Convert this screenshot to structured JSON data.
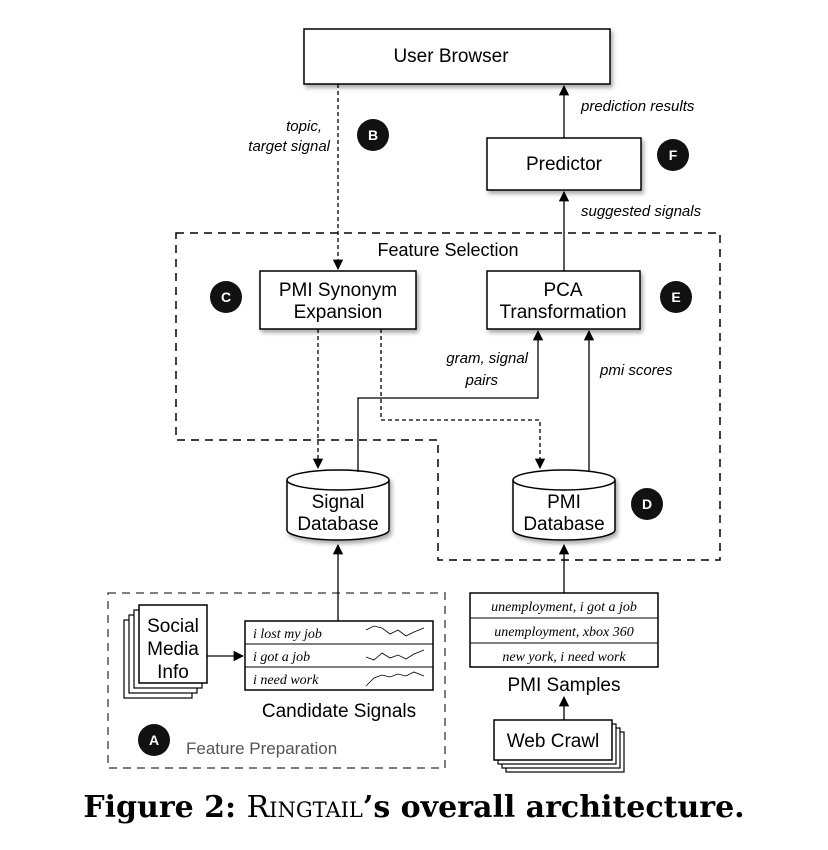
{
  "nodes": {
    "user_browser": "User Browser",
    "predictor": "Predictor",
    "pmi_synonym_line1": "PMI Synonym",
    "pmi_synonym_line2": "Expansion",
    "pca_line1": "PCA",
    "pca_line2": "Transformation",
    "signal_db_line1": "Signal",
    "signal_db_line2": "Database",
    "pmi_db_line1": "PMI",
    "pmi_db_line2": "Database",
    "social_line1": "Social",
    "social_line2": "Media",
    "social_line3": "Info",
    "web_crawl": "Web Crawl"
  },
  "groups": {
    "feature_selection": "Feature Selection",
    "feature_preparation": "Feature Preparation"
  },
  "edge_labels": {
    "topic_line1": "topic,",
    "topic_line2": "target signal",
    "prediction_results": "prediction results",
    "suggested_signals": "suggested signals",
    "gram_line1": "gram, signal",
    "gram_line2": "pairs",
    "pmi_scores": "pmi scores"
  },
  "badges": {
    "a": "A",
    "b": "B",
    "c": "C",
    "d": "D",
    "e": "E",
    "f": "F"
  },
  "candidate_signals": {
    "title": "Candidate Signals",
    "rows": [
      "i lost my job",
      "i got a job",
      "i need work"
    ]
  },
  "pmi_samples": {
    "title": "PMI Samples",
    "rows": [
      "unemployment, i got a job",
      "unemployment, xbox 360",
      "new york, i need work"
    ]
  },
  "caption": {
    "prefix": "Figure 2: ",
    "name": "Ringtail",
    "suffix": "’s overall architecture."
  }
}
